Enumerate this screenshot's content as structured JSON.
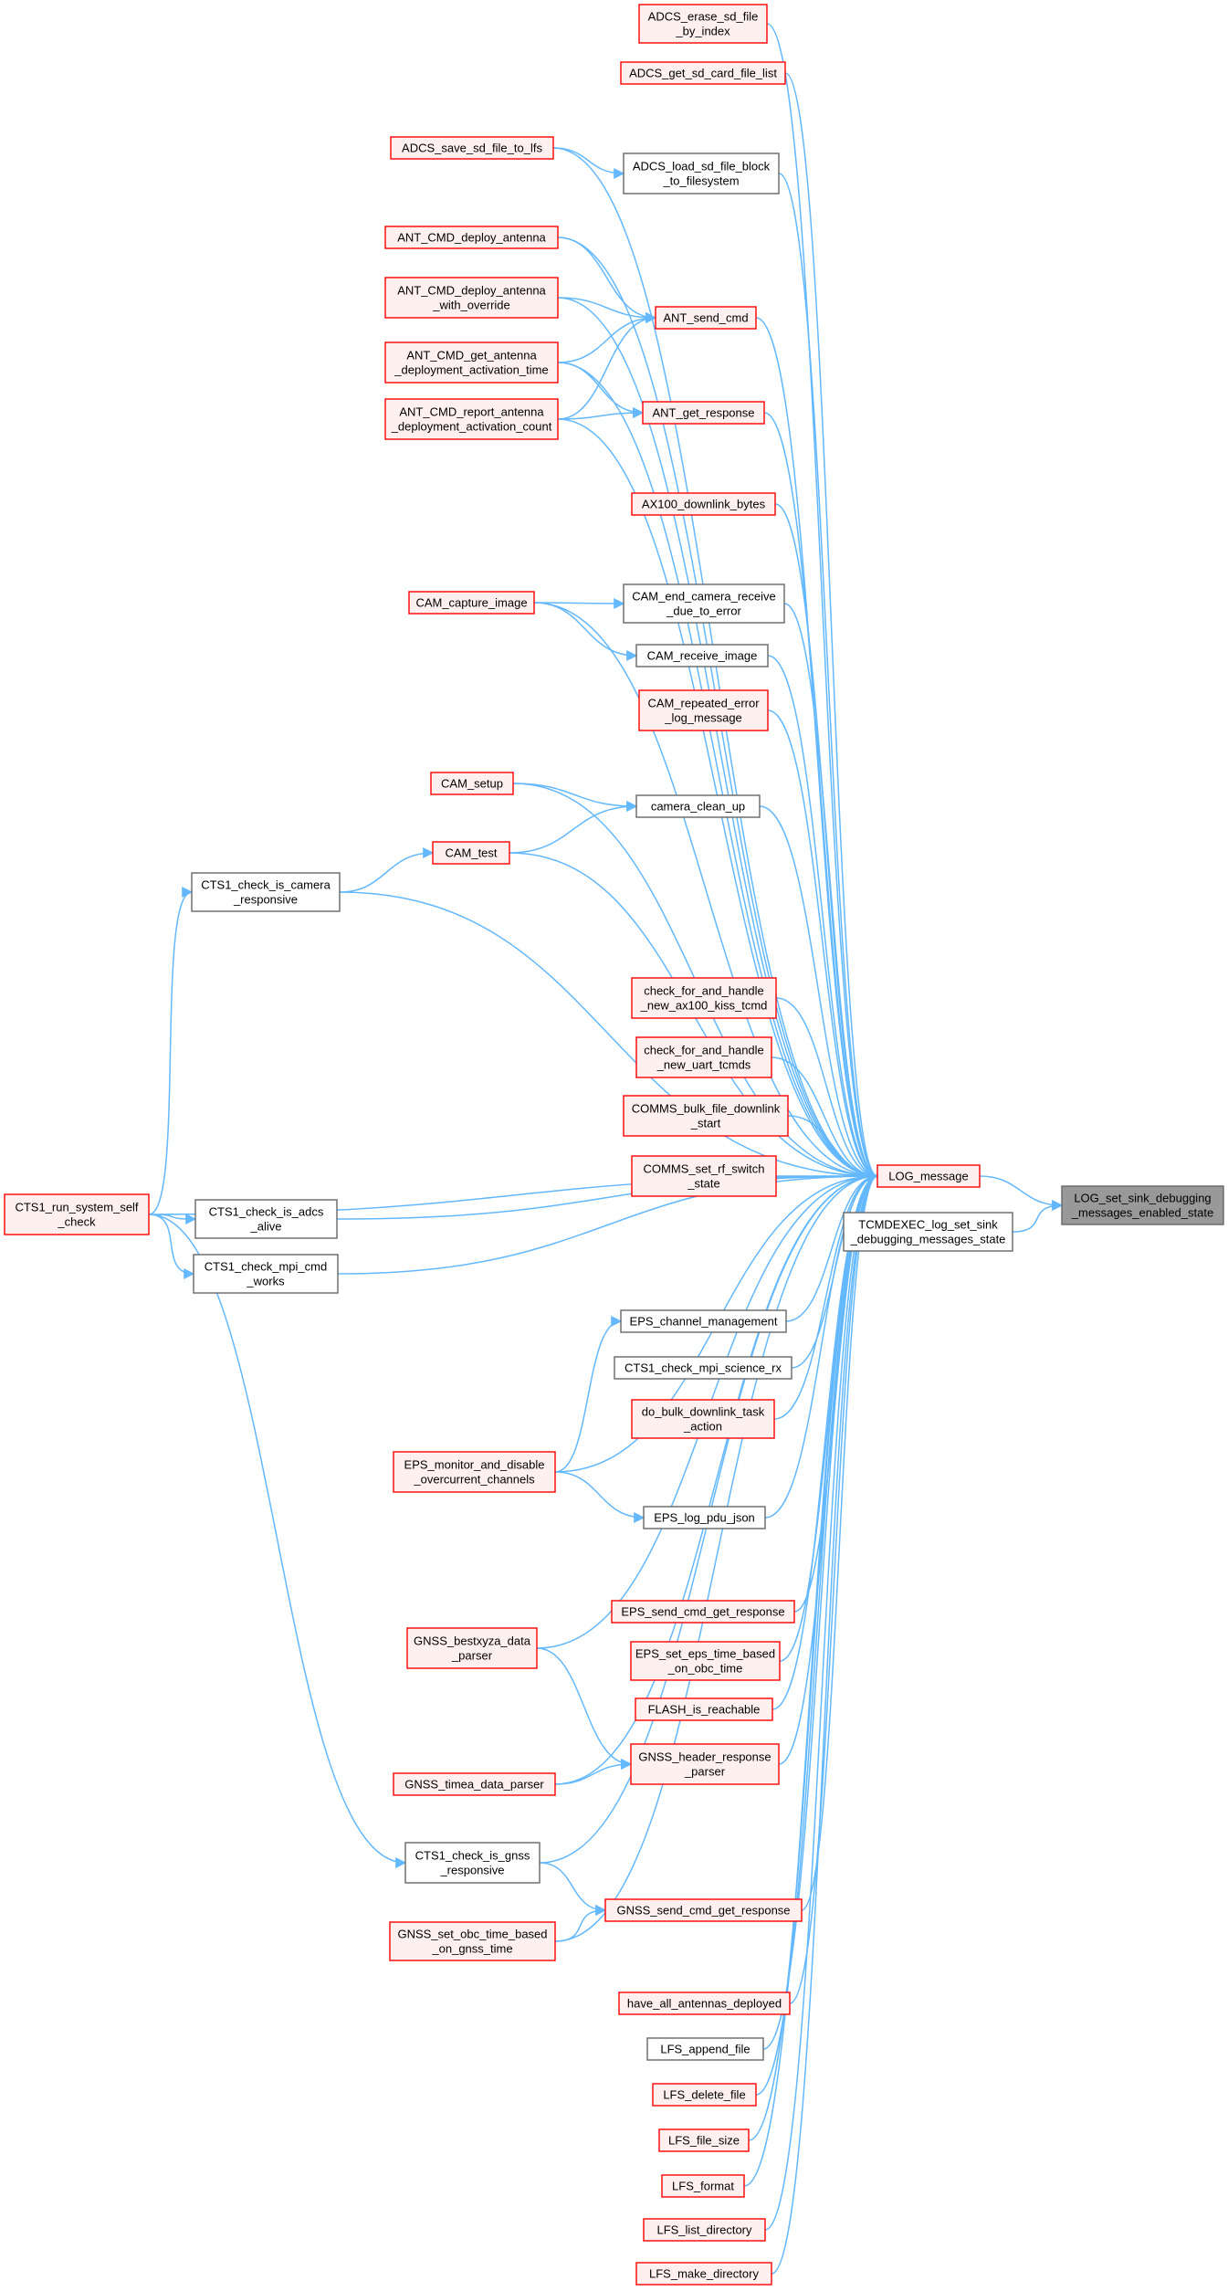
{
  "nodes": [
    {
      "id": "adcs_erase",
      "style": "red",
      "lines": [
        "ADCS_erase_sd_file",
        "_by_index"
      ]
    },
    {
      "id": "adcs_get_list",
      "style": "red",
      "lines": [
        "ADCS_get_sd_card_file_list"
      ]
    },
    {
      "id": "adcs_save",
      "style": "red",
      "lines": [
        "ADCS_save_sd_file_to_lfs"
      ]
    },
    {
      "id": "adcs_load",
      "style": "black",
      "lines": [
        "ADCS_load_sd_file_block",
        "_to_filesystem"
      ]
    },
    {
      "id": "ant_deploy",
      "style": "red",
      "lines": [
        "ANT_CMD_deploy_antenna"
      ]
    },
    {
      "id": "ant_deploy_override",
      "style": "red",
      "lines": [
        "ANT_CMD_deploy_antenna",
        "_with_override"
      ]
    },
    {
      "id": "ant_send_cmd",
      "style": "red",
      "lines": [
        "ANT_send_cmd"
      ]
    },
    {
      "id": "ant_get_time",
      "style": "red",
      "lines": [
        "ANT_CMD_get_antenna",
        "_deployment_activation_time"
      ]
    },
    {
      "id": "ant_report_count",
      "style": "red",
      "lines": [
        "ANT_CMD_report_antenna",
        "_deployment_activation_count"
      ]
    },
    {
      "id": "ant_get_response",
      "style": "red",
      "lines": [
        "ANT_get_response"
      ]
    },
    {
      "id": "ax100_downlink",
      "style": "red",
      "lines": [
        "AX100_downlink_bytes"
      ]
    },
    {
      "id": "cam_capture",
      "style": "red",
      "lines": [
        "CAM_capture_image"
      ]
    },
    {
      "id": "cam_end_receive",
      "style": "black",
      "lines": [
        "CAM_end_camera_receive",
        "_due_to_error"
      ]
    },
    {
      "id": "cam_receive",
      "style": "black",
      "lines": [
        "CAM_receive_image"
      ]
    },
    {
      "id": "cam_repeated",
      "style": "red",
      "lines": [
        "CAM_repeated_error",
        "_log_message"
      ]
    },
    {
      "id": "cam_setup",
      "style": "red",
      "lines": [
        "CAM_setup"
      ]
    },
    {
      "id": "camera_clean_up",
      "style": "black",
      "lines": [
        "camera_clean_up"
      ]
    },
    {
      "id": "cam_test",
      "style": "red",
      "lines": [
        "CAM_test"
      ]
    },
    {
      "id": "cts1_camera",
      "style": "black",
      "lines": [
        "CTS1_check_is_camera",
        "_responsive"
      ]
    },
    {
      "id": "check_ax100",
      "style": "red",
      "lines": [
        "check_for_and_handle",
        "_new_ax100_kiss_tcmd"
      ]
    },
    {
      "id": "check_uart",
      "style": "red",
      "lines": [
        "check_for_and_handle",
        "_new_uart_tcmds"
      ]
    },
    {
      "id": "comms_bulk",
      "style": "red",
      "lines": [
        "COMMS_bulk_file_downlink",
        "_start"
      ]
    },
    {
      "id": "cts1_self_check",
      "style": "red",
      "lines": [
        "CTS1_run_system_self",
        "_check"
      ]
    },
    {
      "id": "cts1_adcs",
      "style": "black",
      "lines": [
        "CTS1_check_is_adcs",
        "_alive"
      ]
    },
    {
      "id": "comms_rf",
      "style": "red",
      "lines": [
        "COMMS_set_rf_switch",
        "_state"
      ]
    },
    {
      "id": "log_message",
      "style": "red",
      "lines": [
        "LOG_message"
      ]
    },
    {
      "id": "log_set_sink",
      "style": "sel",
      "lines": [
        "LOG_set_sink_debugging",
        "_messages_enabled_state"
      ]
    },
    {
      "id": "tcmdexec_log",
      "style": "black",
      "lines": [
        "TCMDEXEC_log_set_sink",
        "_debugging_messages_state"
      ]
    },
    {
      "id": "cts1_mpi_cmd",
      "style": "black",
      "lines": [
        "CTS1_check_mpi_cmd",
        "_works"
      ]
    },
    {
      "id": "eps_channel",
      "style": "black",
      "lines": [
        "EPS_channel_management"
      ]
    },
    {
      "id": "cts1_mpi_science",
      "style": "black",
      "lines": [
        "CTS1_check_mpi_science_rx"
      ]
    },
    {
      "id": "do_bulk",
      "style": "red",
      "lines": [
        "do_bulk_downlink_task",
        "_action"
      ]
    },
    {
      "id": "eps_monitor",
      "style": "red",
      "lines": [
        "EPS_monitor_and_disable",
        "_overcurrent_channels"
      ]
    },
    {
      "id": "eps_log_pdu",
      "style": "black",
      "lines": [
        "EPS_log_pdu_json"
      ]
    },
    {
      "id": "eps_send_cmd",
      "style": "red",
      "lines": [
        "EPS_send_cmd_get_response"
      ]
    },
    {
      "id": "gnss_bestxyza",
      "style": "red",
      "lines": [
        "GNSS_bestxyza_data",
        "_parser"
      ]
    },
    {
      "id": "eps_set_time",
      "style": "red",
      "lines": [
        "EPS_set_eps_time_based",
        "_on_obc_time"
      ]
    },
    {
      "id": "flash_reachable",
      "style": "red",
      "lines": [
        "FLASH_is_reachable"
      ]
    },
    {
      "id": "gnss_header",
      "style": "red",
      "lines": [
        "GNSS_header_response",
        "_parser"
      ]
    },
    {
      "id": "gnss_timea",
      "style": "red",
      "lines": [
        "GNSS_timea_data_parser"
      ]
    },
    {
      "id": "cts1_gnss",
      "style": "black",
      "lines": [
        "CTS1_check_is_gnss",
        "_responsive"
      ]
    },
    {
      "id": "gnss_send_cmd",
      "style": "red",
      "lines": [
        "GNSS_send_cmd_get_response"
      ]
    },
    {
      "id": "gnss_set_obc",
      "style": "red",
      "lines": [
        "GNSS_set_obc_time_based",
        "_on_gnss_time"
      ]
    },
    {
      "id": "have_all_ant",
      "style": "red",
      "lines": [
        "have_all_antennas_deployed"
      ]
    },
    {
      "id": "lfs_append",
      "style": "black",
      "lines": [
        "LFS_append_file"
      ]
    },
    {
      "id": "lfs_delete",
      "style": "red",
      "lines": [
        "LFS_delete_file"
      ]
    },
    {
      "id": "lfs_file_size",
      "style": "red",
      "lines": [
        "LFS_file_size"
      ]
    },
    {
      "id": "lfs_format",
      "style": "red",
      "lines": [
        "LFS_format"
      ]
    },
    {
      "id": "lfs_list_dir",
      "style": "red",
      "lines": [
        "LFS_list_directory"
      ]
    },
    {
      "id": "lfs_make_dir",
      "style": "red",
      "lines": [
        "LFS_make_directory"
      ]
    }
  ],
  "edges": [
    [
      "adcs_erase",
      "log_message"
    ],
    [
      "adcs_get_list",
      "log_message"
    ],
    [
      "adcs_save",
      "log_message"
    ],
    [
      "adcs_save",
      "adcs_load"
    ],
    [
      "adcs_load",
      "log_message"
    ],
    [
      "ant_deploy",
      "log_message"
    ],
    [
      "ant_deploy",
      "ant_send_cmd"
    ],
    [
      "ant_deploy_override",
      "ant_send_cmd"
    ],
    [
      "ant_deploy_override",
      "log_message"
    ],
    [
      "ant_get_time",
      "ant_send_cmd"
    ],
    [
      "ant_get_time",
      "ant_get_response"
    ],
    [
      "ant_get_time",
      "log_message"
    ],
    [
      "ant_report_count",
      "ant_send_cmd"
    ],
    [
      "ant_report_count",
      "ant_get_response"
    ],
    [
      "ant_report_count",
      "log_message"
    ],
    [
      "ant_send_cmd",
      "log_message"
    ],
    [
      "ant_get_response",
      "log_message"
    ],
    [
      "ax100_downlink",
      "log_message"
    ],
    [
      "cam_capture",
      "cam_end_receive"
    ],
    [
      "cam_capture",
      "cam_receive"
    ],
    [
      "cam_capture",
      "log_message"
    ],
    [
      "cam_end_receive",
      "log_message"
    ],
    [
      "cam_receive",
      "log_message"
    ],
    [
      "cam_repeated",
      "log_message"
    ],
    [
      "cam_setup",
      "camera_clean_up"
    ],
    [
      "cam_setup",
      "log_message"
    ],
    [
      "cam_test",
      "camera_clean_up"
    ],
    [
      "cam_test",
      "log_message"
    ],
    [
      "camera_clean_up",
      "log_message"
    ],
    [
      "cts1_camera",
      "cam_test"
    ],
    [
      "cts1_camera",
      "log_message"
    ],
    [
      "cts1_self_check",
      "cts1_camera"
    ],
    [
      "cts1_self_check",
      "cts1_adcs"
    ],
    [
      "cts1_self_check",
      "cts1_mpi_cmd"
    ],
    [
      "cts1_self_check",
      "cts1_gnss"
    ],
    [
      "cts1_self_check",
      "log_message"
    ],
    [
      "check_ax100",
      "log_message"
    ],
    [
      "check_uart",
      "log_message"
    ],
    [
      "comms_bulk",
      "log_message"
    ],
    [
      "comms_rf",
      "log_message"
    ],
    [
      "cts1_adcs",
      "log_message"
    ],
    [
      "cts1_mpi_cmd",
      "log_message"
    ],
    [
      "log_message",
      "log_set_sink"
    ],
    [
      "tcmdexec_log",
      "log_set_sink"
    ],
    [
      "eps_channel",
      "log_message"
    ],
    [
      "cts1_mpi_science",
      "log_message"
    ],
    [
      "do_bulk",
      "log_message"
    ],
    [
      "eps_monitor",
      "eps_channel"
    ],
    [
      "eps_monitor",
      "eps_log_pdu"
    ],
    [
      "eps_monitor",
      "log_message"
    ],
    [
      "eps_log_pdu",
      "log_message"
    ],
    [
      "eps_send_cmd",
      "log_message"
    ],
    [
      "gnss_bestxyza",
      "log_message"
    ],
    [
      "gnss_bestxyza",
      "gnss_header"
    ],
    [
      "eps_set_time",
      "log_message"
    ],
    [
      "flash_reachable",
      "log_message"
    ],
    [
      "gnss_header",
      "log_message"
    ],
    [
      "gnss_timea",
      "gnss_header"
    ],
    [
      "gnss_timea",
      "log_message"
    ],
    [
      "cts1_gnss",
      "gnss_send_cmd"
    ],
    [
      "cts1_gnss",
      "log_message"
    ],
    [
      "gnss_send_cmd",
      "log_message"
    ],
    [
      "gnss_set_obc",
      "gnss_send_cmd"
    ],
    [
      "gnss_set_obc",
      "log_message"
    ],
    [
      "have_all_ant",
      "log_message"
    ],
    [
      "lfs_append",
      "log_message"
    ],
    [
      "lfs_delete",
      "log_message"
    ],
    [
      "lfs_file_size",
      "log_message"
    ],
    [
      "lfs_format",
      "log_message"
    ],
    [
      "lfs_list_dir",
      "log_message"
    ],
    [
      "lfs_make_dir",
      "log_message"
    ]
  ],
  "colors": {
    "edge": "#63b8ff",
    "red_border": "#ff0000",
    "red_fill": "#fff0f0",
    "gray_border": "#666666",
    "selected_fill": "#999999"
  }
}
